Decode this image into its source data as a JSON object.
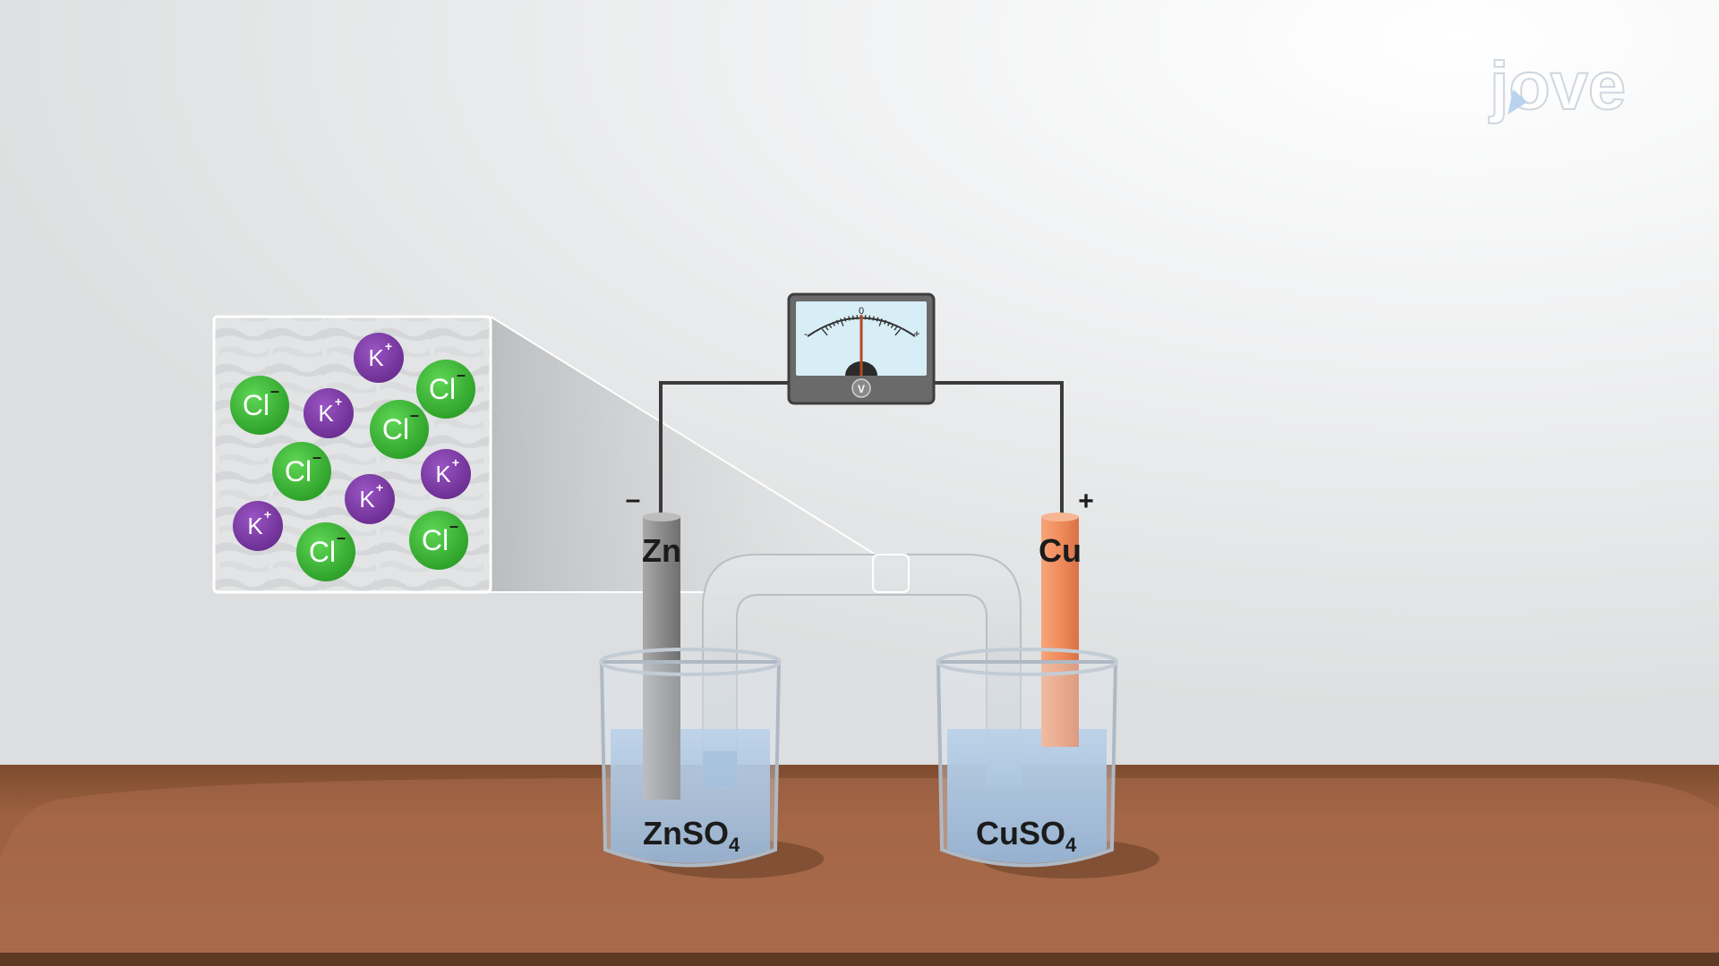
{
  "brand": {
    "logo_text": "jove"
  },
  "electrodes": {
    "anode": {
      "label": "Zn",
      "sign": "–"
    },
    "cathode": {
      "label": "Cu",
      "sign": "+"
    }
  },
  "beakers": {
    "left": {
      "base": "ZnSO",
      "sub": "4"
    },
    "right": {
      "base": "CuSO",
      "sub": "4"
    }
  },
  "voltmeter": {
    "zero": "0",
    "minus": "-",
    "plus": "+",
    "unit": "V",
    "needle_value": 0
  },
  "ions": {
    "cation": {
      "symbol": "K",
      "charge": "+"
    },
    "anion": {
      "symbol": "Cl",
      "charge": "–"
    }
  },
  "colors": {
    "wall": "#e9eaeb",
    "table_top": "#9a5f3e",
    "table_edge": "#6e4228",
    "zinc": "#8e8e8e",
    "copper": "#f08c5c",
    "solution": "#7fa6cf",
    "cation": "#7b3aa4",
    "anion": "#3fbd3a"
  }
}
